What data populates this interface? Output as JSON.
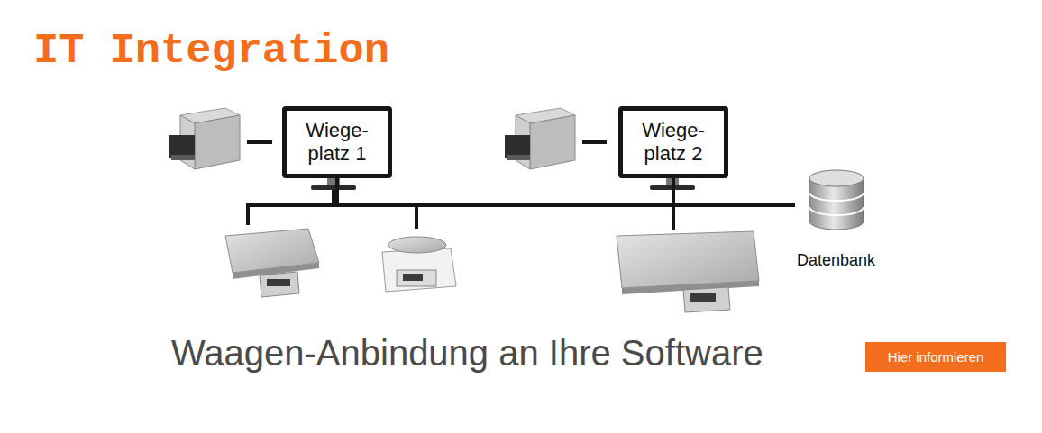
{
  "diagram": {
    "title": "IT Integration",
    "caption": "Waagen-Anbindung an Ihre Software",
    "nodes": [
      {
        "text": [
          "Wiege- platz 1"
        ]
      },
      {
        "text": [
          "Wiege- platz 2"
        ]
      },
      {
        "text": [
          "Datenbank"
        ]
      },
      {
        "text": [
          "Hier informieren"
        ]
      }
    ],
    "edges": [
      {
        "from": 0,
        "to": 2,
        "arrow": "none"
      },
      {
        "from": 1,
        "to": 2,
        "arrow": "none"
      }
    ]
  }
}
